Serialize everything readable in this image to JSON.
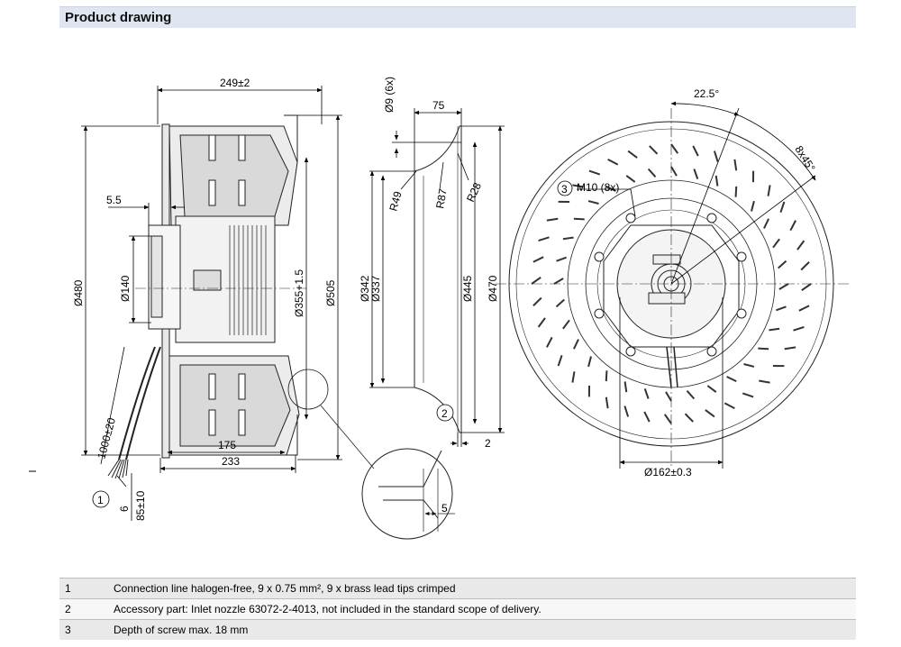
{
  "header": {
    "title": "Product drawing"
  },
  "dims": {
    "d249": "249±2",
    "d55": "5.5",
    "d480": "Ø480",
    "d140": "Ø140",
    "d355": "Ø355+1.5",
    "d505": "Ø505",
    "d1000": "1000±20",
    "d175": "175",
    "d233": "233",
    "d6": "6",
    "d85": "85±10",
    "d9": "Ø9 (6x)",
    "d75": "75",
    "r49": "R49",
    "r87": "R87",
    "r28": "R28",
    "d342": "Ø342",
    "d337": "Ø337",
    "d445": "Ø445",
    "d470": "Ø470",
    "d2": "2",
    "d5": "5",
    "a225": "22.5°",
    "a8x45": "8x45°",
    "m10": "M10 (8x)",
    "d162": "Ø162±0.3"
  },
  "callouts": {
    "c1": "1",
    "c2": "2",
    "c3": "3"
  },
  "notes": [
    {
      "num": "1",
      "text": "Connection line halogen-free, 9 x 0.75 mm², 9 x brass lead tips crimped"
    },
    {
      "num": "2",
      "text": "Accessory part: Inlet nozzle 63072-2-4013, not included in the standard scope of delivery."
    },
    {
      "num": "3",
      "text": "Depth of screw max. 18 mm"
    }
  ]
}
